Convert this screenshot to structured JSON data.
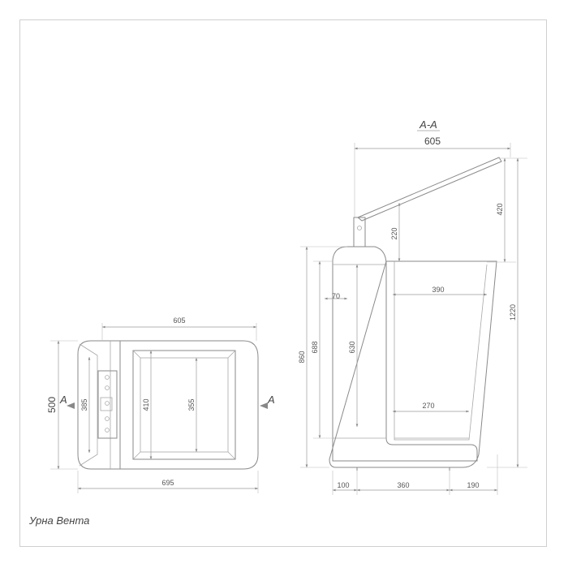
{
  "title": "Урна Вента",
  "section_label": "A-A",
  "section_marker_left": "A",
  "section_marker_right": "A",
  "plan_view": {
    "dims": {
      "top_width": "605",
      "bottom_width": "695",
      "left_height": "500",
      "bracket_height": "385",
      "bin_height": "410",
      "inner_height": "355"
    }
  },
  "section_view": {
    "dims": {
      "top_width": "605",
      "lid_rise": "420",
      "bracket_rise": "220",
      "total_height": "1220",
      "height_860": "860",
      "height_688": "688",
      "height_630": "630",
      "offset_70": "70",
      "top_inner_width": "390",
      "bottom_inner_width": "270",
      "base_100": "100",
      "base_360": "360",
      "base_190": "190"
    }
  }
}
